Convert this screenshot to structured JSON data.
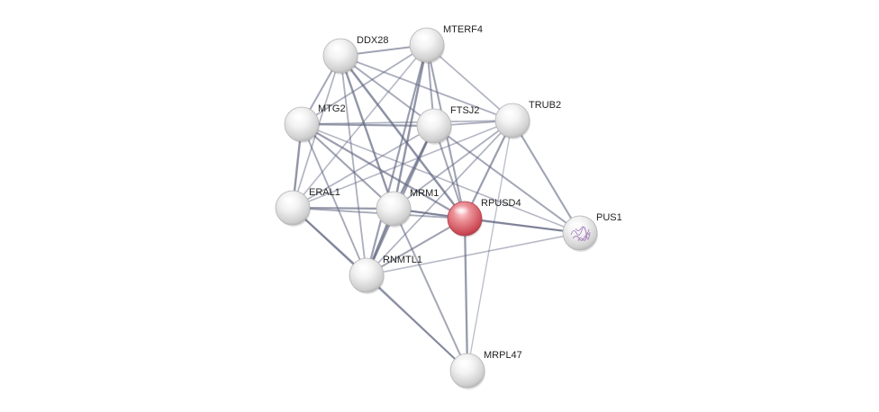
{
  "colors": {
    "edge": "#5f6580",
    "node_default": "#e9e9e9",
    "node_query": "#d9606a",
    "background": "#ffffff"
  },
  "nodes": [
    {
      "id": "DDX28",
      "label": "DDX28",
      "query": false
    },
    {
      "id": "MTERF4",
      "label": "MTERF4",
      "query": false
    },
    {
      "id": "MTG2",
      "label": "MTG2",
      "query": false
    },
    {
      "id": "FTSJ2",
      "label": "FTSJ2",
      "query": false
    },
    {
      "id": "TRUB2",
      "label": "TRUB2",
      "query": false
    },
    {
      "id": "ERAL1",
      "label": "ERAL1",
      "query": false
    },
    {
      "id": "MRM1",
      "label": "MRM1",
      "query": false
    },
    {
      "id": "RPUSD4",
      "label": "RPUSD4",
      "query": true
    },
    {
      "id": "PUS1",
      "label": "PUS1",
      "query": false,
      "icon": "protein-structure-icon"
    },
    {
      "id": "RNMTL1",
      "label": "RNMTL1",
      "query": false
    },
    {
      "id": "MRPL47",
      "label": "MRPL47",
      "query": false
    }
  ],
  "edges": [
    {
      "source": "DDX28",
      "target": "MTERF4",
      "weight": 0.55
    },
    {
      "source": "DDX28",
      "target": "MTG2",
      "weight": 0.5
    },
    {
      "source": "DDX28",
      "target": "FTSJ2",
      "weight": 0.45
    },
    {
      "source": "DDX28",
      "target": "TRUB2",
      "weight": 0.4
    },
    {
      "source": "DDX28",
      "target": "ERAL1",
      "weight": 0.35
    },
    {
      "source": "DDX28",
      "target": "MRM1",
      "weight": 0.7
    },
    {
      "source": "DDX28",
      "target": "RPUSD4",
      "weight": 0.75
    },
    {
      "source": "DDX28",
      "target": "RNMTL1",
      "weight": 0.4
    },
    {
      "source": "MTERF4",
      "target": "MTG2",
      "weight": 0.4
    },
    {
      "source": "MTERF4",
      "target": "FTSJ2",
      "weight": 0.5
    },
    {
      "source": "MTERF4",
      "target": "TRUB2",
      "weight": 0.35
    },
    {
      "source": "MTERF4",
      "target": "MRM1",
      "weight": 0.7
    },
    {
      "source": "MTERF4",
      "target": "RPUSD4",
      "weight": 0.55
    },
    {
      "source": "MTERF4",
      "target": "RNMTL1",
      "weight": 0.6
    },
    {
      "source": "MTERF4",
      "target": "ERAL1",
      "weight": 0.3
    },
    {
      "source": "MTG2",
      "target": "FTSJ2",
      "weight": 0.6
    },
    {
      "source": "MTG2",
      "target": "TRUB2",
      "weight": 0.35
    },
    {
      "source": "MTG2",
      "target": "ERAL1",
      "weight": 0.7
    },
    {
      "source": "MTG2",
      "target": "MRM1",
      "weight": 0.55
    },
    {
      "source": "MTG2",
      "target": "RPUSD4",
      "weight": 0.6
    },
    {
      "source": "MTG2",
      "target": "RNMTL1",
      "weight": 0.45
    },
    {
      "source": "FTSJ2",
      "target": "TRUB2",
      "weight": 0.4
    },
    {
      "source": "FTSJ2",
      "target": "ERAL1",
      "weight": 0.35
    },
    {
      "source": "FTSJ2",
      "target": "MRM1",
      "weight": 0.75
    },
    {
      "source": "FTSJ2",
      "target": "RPUSD4",
      "weight": 0.5
    },
    {
      "source": "FTSJ2",
      "target": "RNMTL1",
      "weight": 0.65
    },
    {
      "source": "FTSJ2",
      "target": "PUS1",
      "weight": 0.5
    },
    {
      "source": "TRUB2",
      "target": "MRM1",
      "weight": 0.4
    },
    {
      "source": "TRUB2",
      "target": "RPUSD4",
      "weight": 0.6
    },
    {
      "source": "TRUB2",
      "target": "PUS1",
      "weight": 0.55
    },
    {
      "source": "TRUB2",
      "target": "RNMTL1",
      "weight": 0.35
    },
    {
      "source": "TRUB2",
      "target": "ERAL1",
      "weight": 0.3
    },
    {
      "source": "TRUB2",
      "target": "MRPL47",
      "weight": 0.2
    },
    {
      "source": "ERAL1",
      "target": "MRM1",
      "weight": 0.65
    },
    {
      "source": "ERAL1",
      "target": "RPUSD4",
      "weight": 0.45
    },
    {
      "source": "ERAL1",
      "target": "RNMTL1",
      "weight": 0.6
    },
    {
      "source": "MRM1",
      "target": "RPUSD4",
      "weight": 0.6
    },
    {
      "source": "MRM1",
      "target": "RNMTL1",
      "weight": 0.8
    },
    {
      "source": "MRM1",
      "target": "PUS1",
      "weight": 0.4
    },
    {
      "source": "MRM1",
      "target": "MRPL47",
      "weight": 0.5
    },
    {
      "source": "RPUSD4",
      "target": "PUS1",
      "weight": 0.6
    },
    {
      "source": "RPUSD4",
      "target": "RNMTL1",
      "weight": 0.55
    },
    {
      "source": "RPUSD4",
      "target": "MRPL47",
      "weight": 0.65
    },
    {
      "source": "RNMTL1",
      "target": "MRPL47",
      "weight": 0.45
    },
    {
      "source": "RNMTL1",
      "target": "PUS1",
      "weight": 0.3
    },
    {
      "source": "ERAL1",
      "target": "MRPL47",
      "weight": 0.45
    },
    {
      "source": "MTG2",
      "target": "PUS1",
      "weight": 0.3
    }
  ]
}
